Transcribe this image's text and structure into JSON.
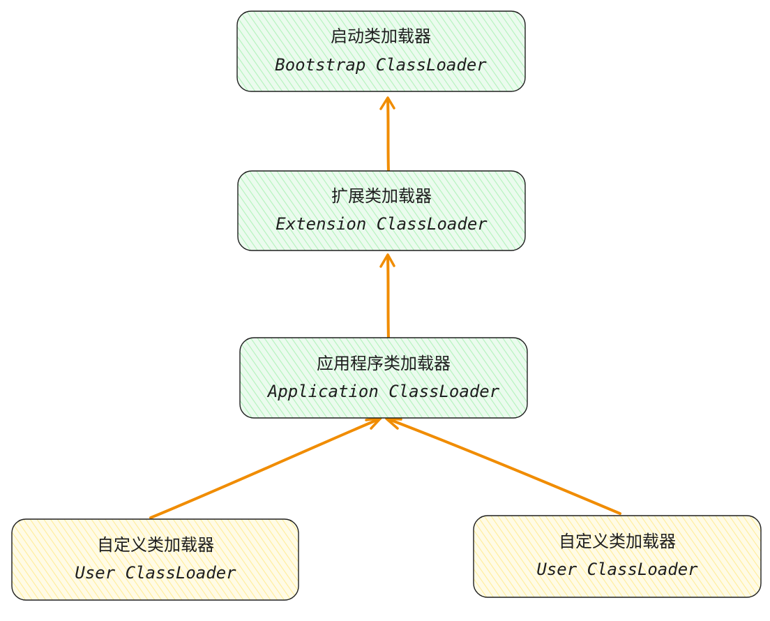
{
  "diagram": {
    "nodes": [
      {
        "id": "bootstrap",
        "label_cn": "启动类加载器",
        "label_en": "Bootstrap ClassLoader",
        "fill": "#d3f9d8"
      },
      {
        "id": "extension",
        "label_cn": "扩展类加载器",
        "label_en": "Extension ClassLoader",
        "fill": "#d3f9d8"
      },
      {
        "id": "application",
        "label_cn": "应用程序类加载器",
        "label_en": "Application ClassLoader",
        "fill": "#d3f9d8"
      },
      {
        "id": "user-left",
        "label_cn": "自定义类加载器",
        "label_en": "User ClassLoader",
        "fill": "#fff3bf"
      },
      {
        "id": "user-right",
        "label_cn": "自定义类加载器",
        "label_en": "User ClassLoader",
        "fill": "#fff3bf"
      }
    ],
    "edges": [
      {
        "from": "extension",
        "to": "bootstrap"
      },
      {
        "from": "application",
        "to": "extension"
      },
      {
        "from": "user-left",
        "to": "application"
      },
      {
        "from": "user-right",
        "to": "application"
      }
    ],
    "colors": {
      "arrow": "#f08c00",
      "stroke": "#1e1e1e",
      "system_fill": "#d3f9d8",
      "user_fill": "#fff3bf"
    }
  }
}
